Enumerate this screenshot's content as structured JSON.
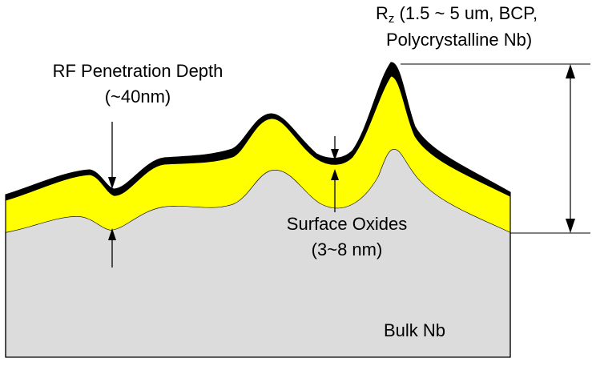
{
  "labels": {
    "rf_depth_line1": "RF Penetration Depth",
    "rf_depth_line2": "(~40nm)",
    "rz_symbol": "R",
    "rz_subscript": "z",
    "rz_line1": " (1.5 ~ 5 um, BCP,",
    "rz_line2": "Polycrystalline Nb)",
    "oxides_line1": "Surface Oxides",
    "oxides_line2": "(3~8 nm)",
    "bulk": "Bulk Nb"
  },
  "colors": {
    "bulk": "#dcdcdc",
    "penetration_layer": "#ffff00",
    "oxide_layer": "#000000",
    "outline": "#000000"
  }
}
